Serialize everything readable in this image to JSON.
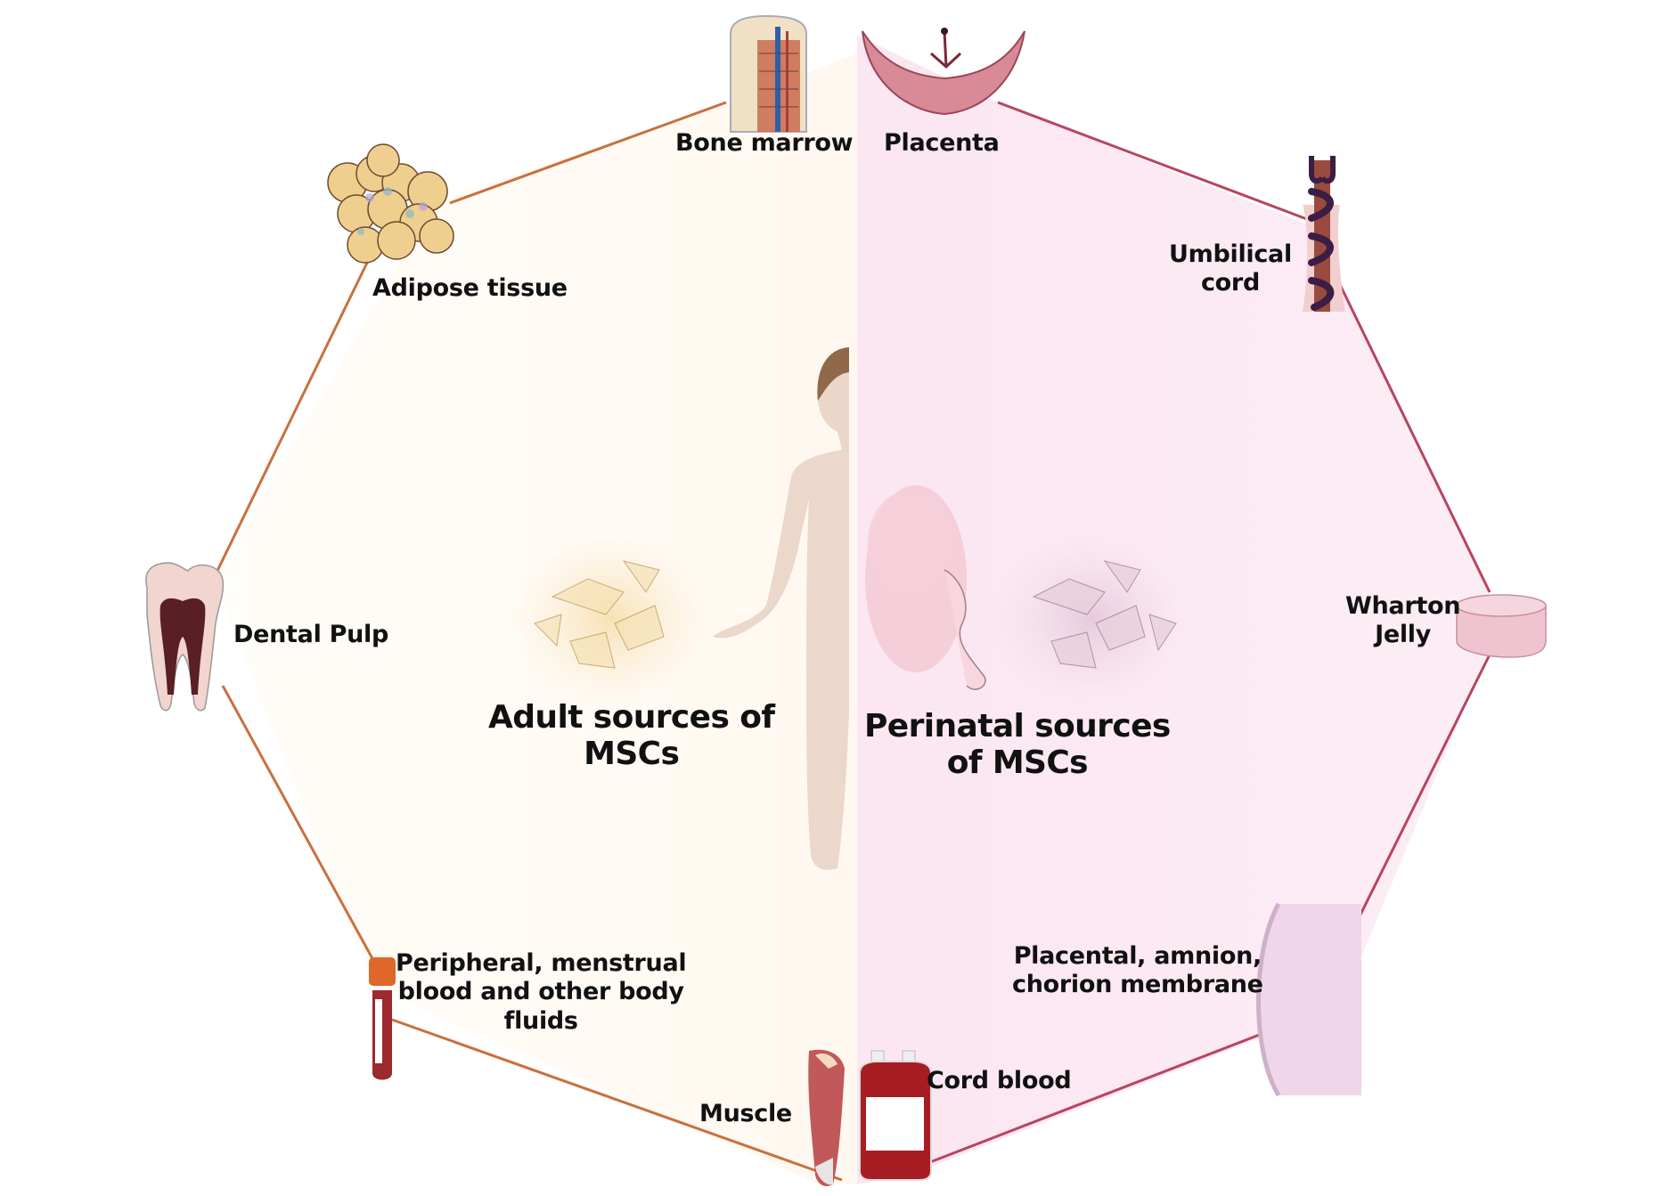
{
  "figure": {
    "title_adult": "Adult sources of MSCs",
    "title_perinatal": "Perinatal sources of MSCs",
    "title_adult_lines": [
      "Adult sources of",
      "MSCs"
    ],
    "title_perinatal_lines": [
      "Perinatal sources",
      "of MSCs"
    ]
  },
  "colors": {
    "adult_fill": "#fffbf5",
    "perinatal_fill": "#fbe9f3",
    "adult_edge": "#c9703e",
    "perinatal_edge": "#b8455e",
    "label_text": "#111111"
  },
  "adult_sources": [
    {
      "id": "bone-marrow",
      "label": "Bone marrow",
      "icon": "bone-marrow-icon"
    },
    {
      "id": "adipose-tissue",
      "label": "Adipose tissue",
      "icon": "adipose-tissue-icon"
    },
    {
      "id": "dental-pulp",
      "label": "Dental Pulp",
      "icon": "tooth-icon"
    },
    {
      "id": "peripheral-blood",
      "label": "Peripheral, menstrual blood and other body fluids",
      "lines": [
        "Peripheral, menstrual",
        "blood and other body",
        "fluids"
      ],
      "icon": "blood-tube-icon"
    },
    {
      "id": "muscle",
      "label": "Muscle",
      "icon": "muscle-icon"
    }
  ],
  "perinatal_sources": [
    {
      "id": "placenta",
      "label": "Placenta",
      "icon": "placenta-icon"
    },
    {
      "id": "umbilical-cord",
      "label": "Umbilical cord",
      "lines": [
        "Umbilical",
        "cord"
      ],
      "icon": "umbilical-cord-icon"
    },
    {
      "id": "wharton-jelly",
      "label": "Wharton Jelly",
      "lines": [
        "Wharton",
        "Jelly"
      ],
      "icon": "wharton-jelly-icon"
    },
    {
      "id": "membrane",
      "label": "Placental, amnion, chorion membrane",
      "lines": [
        "Placental, amnion,",
        "chorion membrane"
      ],
      "icon": "membrane-icon"
    },
    {
      "id": "cord-blood",
      "label": "Cord blood",
      "icon": "blood-bag-icon"
    }
  ]
}
